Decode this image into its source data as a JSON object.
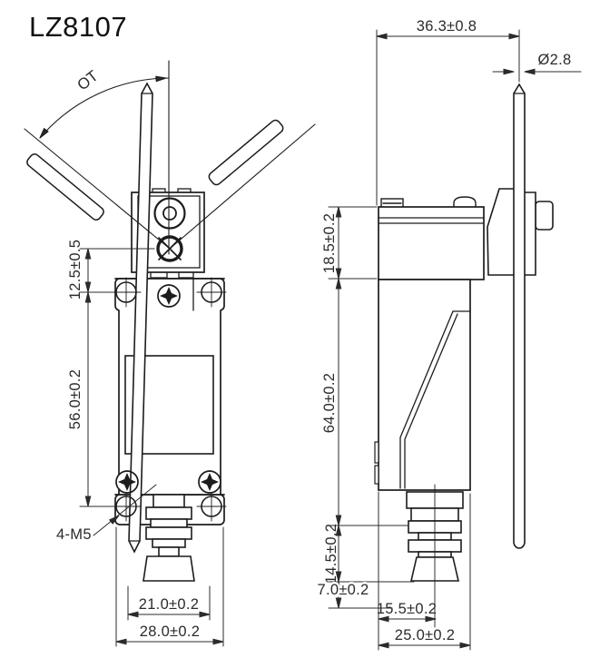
{
  "title": "LZ8107",
  "front_view": {
    "labels": {
      "overtravel": "OT",
      "thread_spec": "4-M5"
    },
    "dims": {
      "pivot_to_hole": "12.5±0.5",
      "hole_spacing_v": "56.0±0.2",
      "gland_offset": "21.0±0.2",
      "body_width": "28.0±0.2"
    }
  },
  "side_view": {
    "dims": {
      "rod_offset": "36.3±0.8",
      "rod_diameter": "Ø2.8",
      "head_height": "18.5±0.2",
      "body_height": "64.0±0.2",
      "gland_height": "14.5±0.2",
      "gland_tip": "7.0±0.2",
      "gland_center": "15.5±0.2",
      "body_depth": "25.0±0.2"
    }
  },
  "colors": {
    "outline": "#1c1c1c",
    "dimension": "#2b2b2b",
    "background": "#ffffff"
  }
}
